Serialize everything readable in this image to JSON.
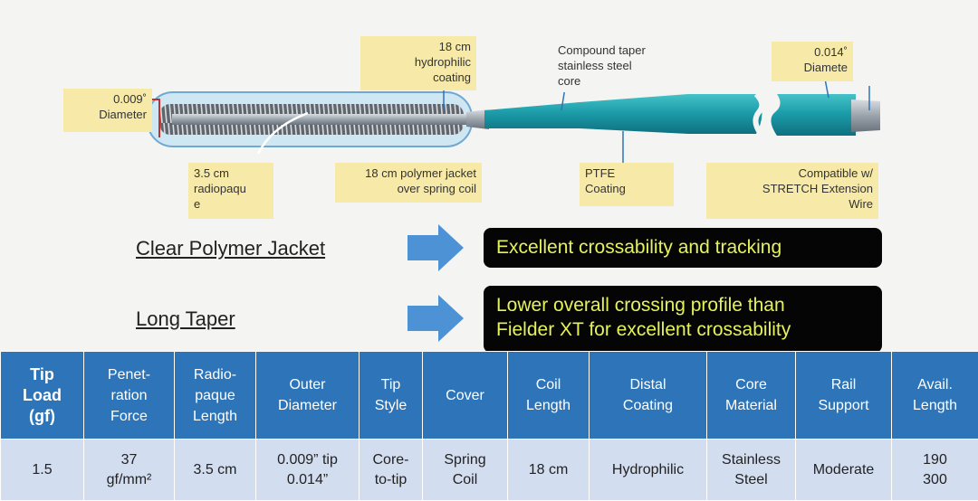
{
  "callouts": {
    "tip_diameter": "0.009˚\nDiameter",
    "hydrophilic": "18 cm\nhydrophilic\ncoating",
    "core": "Compound taper\nstainless steel\ncore",
    "proximal_diameter": "0.014˚\nDiamete",
    "radiopaque": "3.5 cm\nradiopaqu\ne",
    "polymer_jacket": "18 cm polymer jacket\nover  spring coil",
    "ptfe": "PTFE\nCoating",
    "compatible": "Compatible w/\nSTRETCH Extension\nWire"
  },
  "features": [
    {
      "label": "Clear Polymer Jacket",
      "benefit_lines": [
        "Excellent crossability and tracking"
      ]
    },
    {
      "label": "Long Taper",
      "benefit_lines": [
        "Lower overall crossing profile than",
        "Fielder XT for excellent crossability"
      ]
    }
  ],
  "colors": {
    "header_blue": "#2d74b8",
    "cell_light": "#d3ddf0",
    "benefit_text": "#e6f25a",
    "callout_bg": "#f7eaa8",
    "arrow_blue": "#4e92d6",
    "wire_teal": "#1c9eaa"
  },
  "table": {
    "headers": [
      "Tip\nLoad\n(gf)",
      "Penet-\nration\nForce",
      "Radio-\npaque\nLength",
      "Outer\nDiameter",
      "Tip\nStyle",
      "Cover",
      "Coil\nLength",
      "Distal\nCoating",
      "Core\nMaterial",
      "Rail\nSupport",
      "Avail.\nLength"
    ],
    "row": [
      "1.5",
      "37\ngf/mm²",
      "3.5 cm",
      "0.009” tip\n0.014”",
      "Core-\nto-tip",
      "Spring\nCoil",
      "18 cm",
      "Hydrophilic",
      "Stainless\nSteel",
      "Moderate",
      "190\n300"
    ]
  }
}
